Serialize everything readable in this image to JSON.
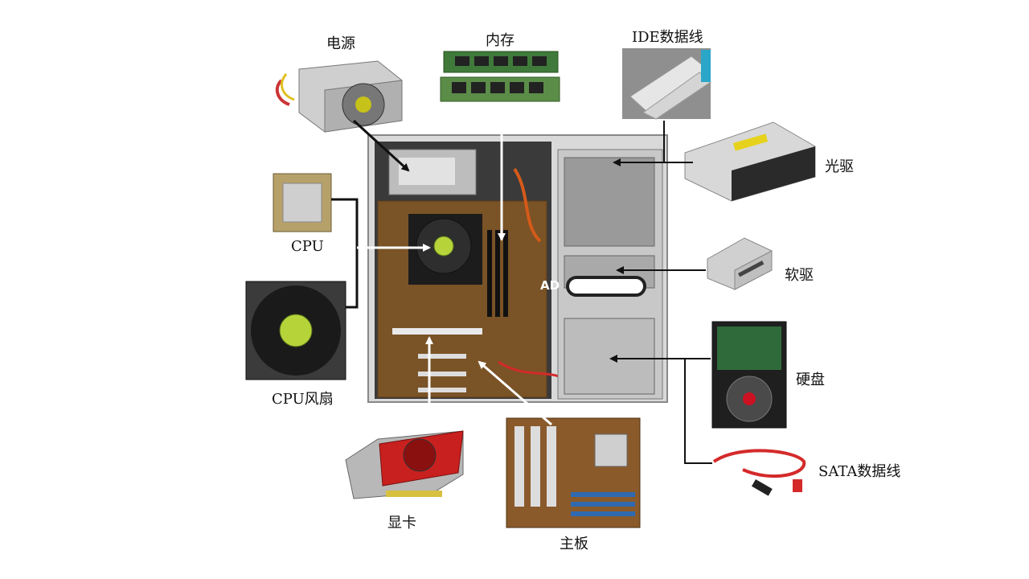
{
  "diagram": {
    "case_marking": "AD",
    "components": [
      {
        "id": "psu",
        "label": "电源"
      },
      {
        "id": "ram",
        "label": "内存"
      },
      {
        "id": "ide",
        "label": "IDE数据线"
      },
      {
        "id": "optical",
        "label": "光驱"
      },
      {
        "id": "cpu",
        "label": "CPU"
      },
      {
        "id": "floppy",
        "label": "软驱"
      },
      {
        "id": "fan",
        "label": "CPU风扇"
      },
      {
        "id": "hdd",
        "label": "硬盘"
      },
      {
        "id": "sata",
        "label": "SATA数据线"
      },
      {
        "id": "gpu",
        "label": "显卡"
      },
      {
        "id": "mobo",
        "label": "主板"
      }
    ]
  },
  "colors": {
    "connector_dark": "#111111",
    "connector_white": "#ffffff",
    "case_dark": "#2b2b2b",
    "pcb_green": "#3f7a3a",
    "board_brown": "#8a5a2b",
    "gpu_red": "#c8201e",
    "sata_red": "#d42a2a"
  }
}
